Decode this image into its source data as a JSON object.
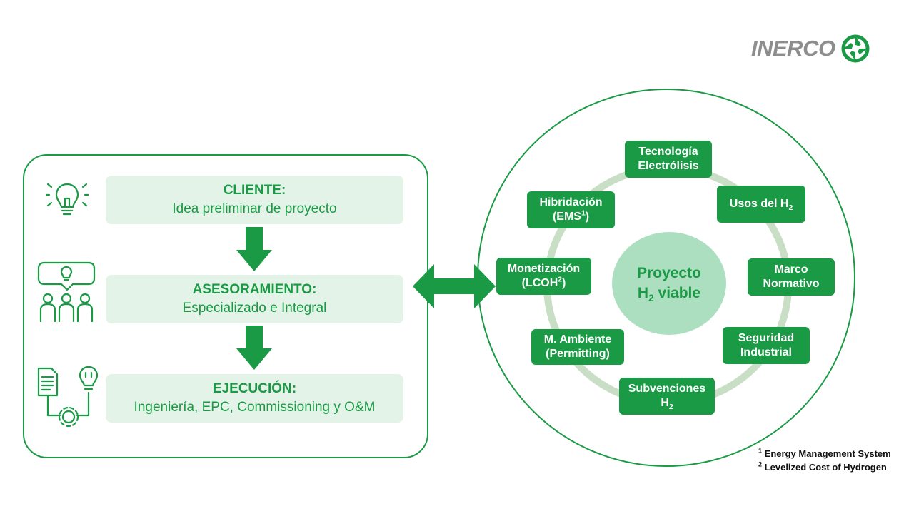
{
  "brand": {
    "name": "INERCO",
    "color": "#1a9a45",
    "logo_gray": "#8d8d8d"
  },
  "process": {
    "steps": [
      {
        "icon": "lightbulb-icon",
        "title": "CLIENTE:",
        "subtitle": "Idea preliminar de proyecto"
      },
      {
        "icon": "team-consulting-icon",
        "title": "ASESORAMIENTO:",
        "subtitle": "Especializado e Integral"
      },
      {
        "icon": "document-gear-bulb-icon",
        "title": "EJECUCIÓN:",
        "subtitle": "Ingeniería, EPC, Commissioning y O&M"
      }
    ]
  },
  "hub": {
    "center": {
      "line1": "Proyecto",
      "line2_prefix": "H",
      "line2_sub": "2",
      "line2_suffix": " viable"
    },
    "nodes": {
      "tecnologia": {
        "line1": "Tecnología",
        "line2": "Electrólisis"
      },
      "usos": {
        "text": "Usos del H",
        "sub": "2"
      },
      "marco": {
        "line1": "Marco",
        "line2": "Normativo"
      },
      "seguridad": {
        "line1": "Seguridad",
        "line2": "Industrial"
      },
      "subvenciones": {
        "line1": "Subvenciones",
        "line2": "H",
        "line2_sub": "2"
      },
      "ambiente": {
        "line1": "M. Ambiente",
        "line2": "(Permitting)"
      },
      "monetizacion": {
        "line1": "Monetización",
        "line2": "(LCOH",
        "line2_sup": "2",
        "line2_end": ")"
      },
      "hibridacion": {
        "line1": "Hibridación",
        "line2": "(EMS",
        "line2_sup": "1",
        "line2_end": ")"
      }
    }
  },
  "footnotes": [
    {
      "mark": "1",
      "text": "Energy Management System"
    },
    {
      "mark": "2",
      "text": "Levelized Cost of Hydrogen"
    }
  ]
}
